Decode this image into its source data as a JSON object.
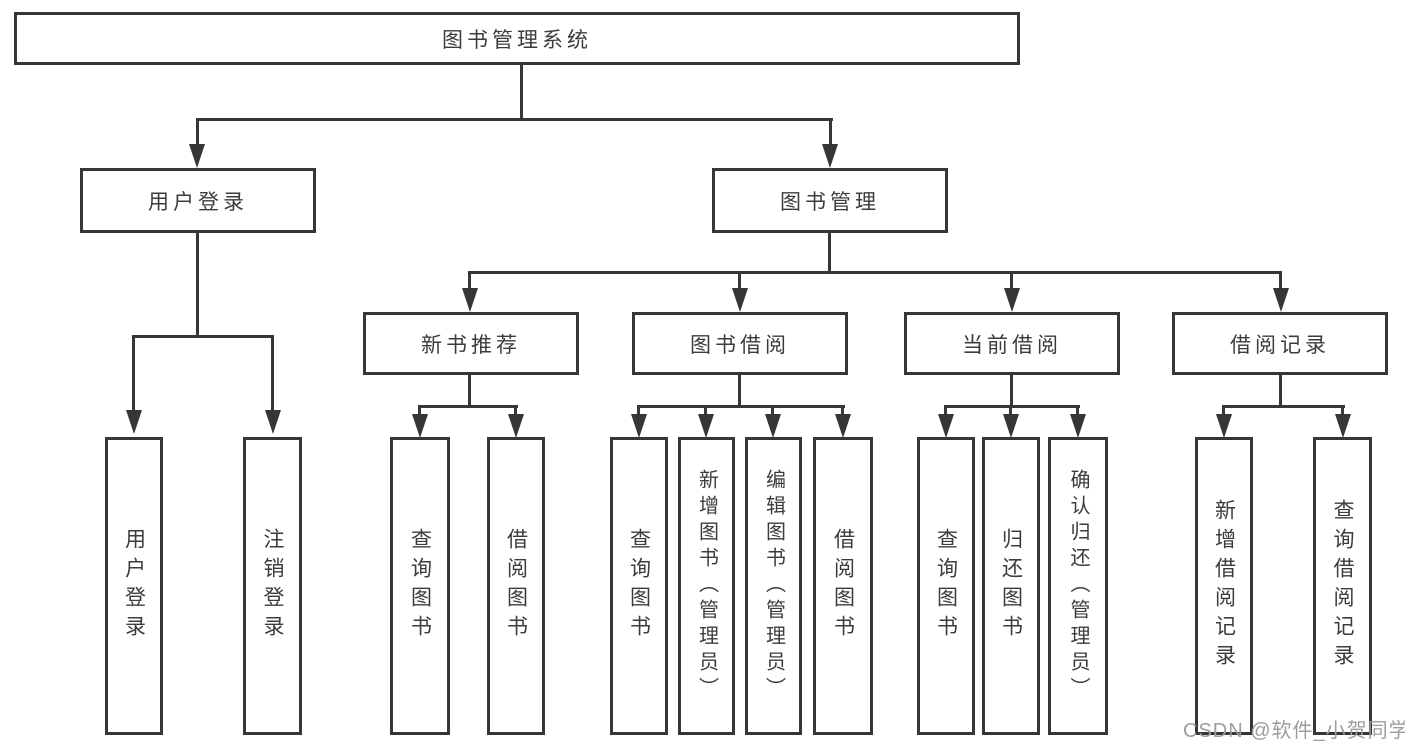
{
  "diagram": {
    "title": "图书管理系统",
    "nodes": {
      "root": "图书管理系统",
      "user_login": "用户登录",
      "book_management": "图书管理",
      "new_book_recommendation": "新书推荐",
      "book_borrowing": "图书借阅",
      "current_borrowing": "当前借阅",
      "borrowing_records": "借阅记录"
    },
    "leaves": {
      "user_login_group": [
        "用户登录",
        "注销登录"
      ],
      "new_book_group": [
        "查询图书",
        "借阅图书"
      ],
      "book_borrowing_group": [
        "查询图书",
        "新增图书（管理员）",
        "编辑图书（管理员）",
        "借阅图书"
      ],
      "current_borrowing_group": [
        "查询图书",
        "归还图书",
        "确认归还（管理员）"
      ],
      "borrowing_records_group": [
        "新增借阅记录",
        "查询借阅记录"
      ]
    },
    "colors": {
      "line": "#363636",
      "text": "#3c3c3c",
      "background": "#ffffff",
      "watermark_color": "#9d9d9d"
    },
    "watermark": "CSDN @软件_小贺同学"
  }
}
